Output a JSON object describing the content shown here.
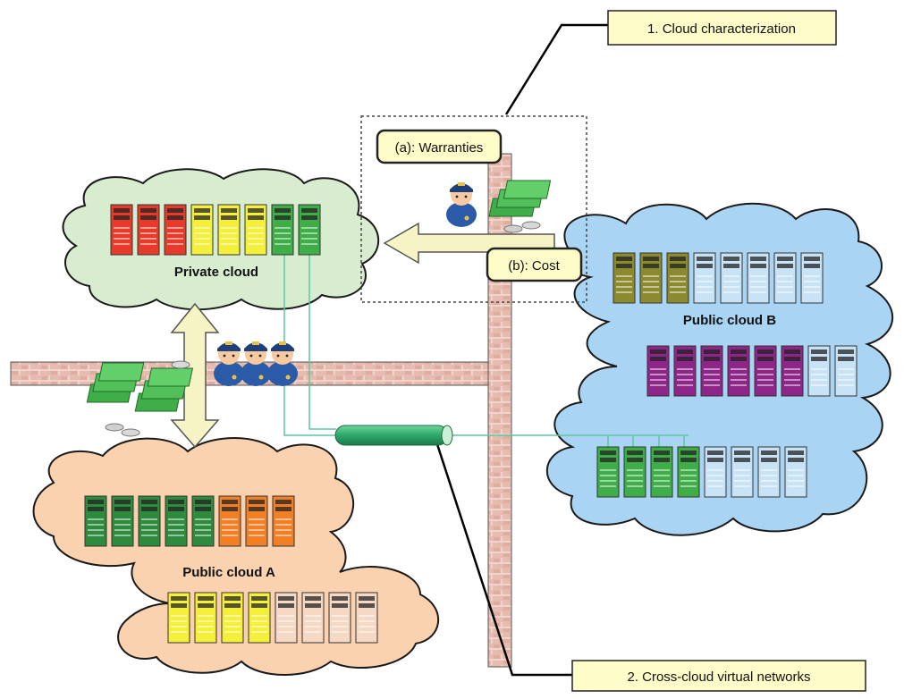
{
  "callouts": {
    "cloud_characterization": "1. Cloud characterization",
    "cross_cloud_networks": "2. Cross-cloud virtual networks",
    "warranties": "(a): Warranties",
    "cost": "(b): Cost"
  },
  "clouds": {
    "private": {
      "label": "Private cloud",
      "fill": "#d8ecd0",
      "servers": [
        "red",
        "red",
        "red",
        "yellow",
        "yellow",
        "yellow",
        "green",
        "green"
      ]
    },
    "public_a": {
      "label": "Public cloud A",
      "fill": "#fbd2b0",
      "rows": [
        [
          "darkgreen",
          "darkgreen",
          "darkgreen",
          "darkgreen",
          "darkgreen",
          "orange",
          "orange",
          "orange"
        ],
        [
          "yellow",
          "yellow",
          "yellow",
          "yellow",
          "peach",
          "peach",
          "peach",
          "peach"
        ]
      ]
    },
    "public_b": {
      "label": "Public cloud B",
      "fill": "#a9d4f3",
      "rows": [
        [
          "olive",
          "olive",
          "olive",
          "lightblue",
          "lightblue",
          "lightblue",
          "lightblue",
          "lightblue"
        ],
        [
          "purple",
          "purple",
          "purple",
          "purple",
          "purple",
          "purple",
          "lightblue",
          "lightblue"
        ],
        [
          "green",
          "green",
          "green",
          "green",
          "lightblue",
          "lightblue",
          "lightblue",
          "lightblue"
        ]
      ]
    }
  },
  "colors": {
    "red": "#e63a2a",
    "yellow": "#f4ef3a",
    "green": "#3fae49",
    "darkgreen": "#2e8b3e",
    "orange": "#f07f25",
    "peach": "#f6d9c4",
    "olive": "#8c8a2e",
    "purple": "#8e2689",
    "lightblue": "#c8e2f6",
    "callout_fill": "#fefcc8",
    "arrow_fill": "#f6f4c4",
    "wall": "#e2b3a6",
    "network_line": "#5ec6a0",
    "tube": "#2ea86a"
  },
  "icons": {
    "police": "police-officer-icon",
    "money": "money-stack-icon"
  }
}
